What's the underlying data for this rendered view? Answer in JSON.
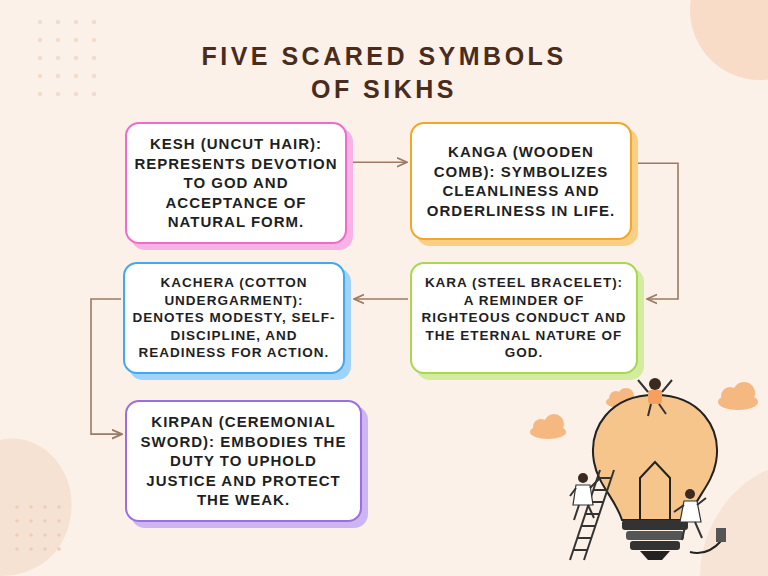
{
  "diagram": {
    "title": "FIVE SCARED SYMBOLS OF SIKHS",
    "nodes": [
      {
        "text": [
          "KESH (UNCUT HAIR): REPRESENTS DEVOTION TO GOD AND ACCEPTANCE OF NATURAL FORM."
        ]
      },
      {
        "text": [
          "KANGA (WOODEN COMB): SYMBOLIZES CLEANLINESS AND ORDERLINESS IN LIFE."
        ]
      },
      {
        "text": [
          "KACHERA (COTTON UNDERGARMENT): DENOTES MODESTY, SELF-DISCIPLINE, AND READINESS FOR ACTION."
        ]
      },
      {
        "text": [
          "KARA (STEEL BRACELET): A REMINDER OF RIGHTEOUS CONDUCT AND THE ETERNAL NATURE OF GOD."
        ]
      },
      {
        "text": [
          "KIRPAN (CEREMONIAL SWORD): EMBODIES THE DUTY TO UPHOLD JUSTICE AND PROTECT THE WEAK."
        ]
      }
    ],
    "edges": [
      {
        "from": 0,
        "to": 1,
        "arrow": "to"
      },
      {
        "from": 1,
        "to": 3,
        "arrow": "to"
      },
      {
        "from": 3,
        "to": 2,
        "arrow": "to"
      },
      {
        "from": 2,
        "to": 4,
        "arrow": "to"
      }
    ]
  }
}
